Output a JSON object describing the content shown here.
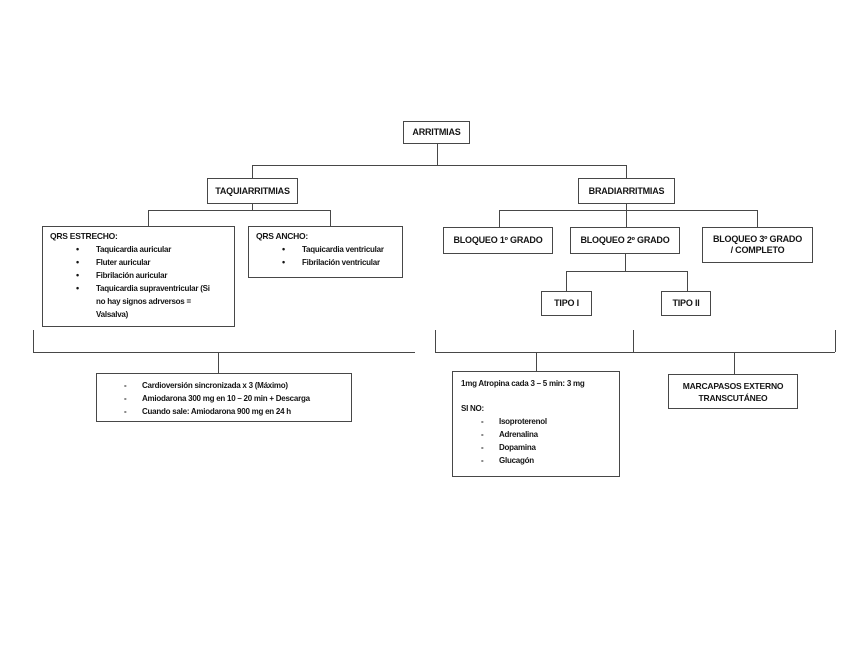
{
  "colors": {
    "line": "#474747",
    "border": "#474747",
    "text": "#151515",
    "background": "#ffffff"
  },
  "nodes": {
    "arritmias": {
      "label": "ARRITMIAS"
    },
    "taquiarritmias": {
      "label": "TAQUIARRITMIAS"
    },
    "bradiarritmias": {
      "label": "BRADIARRITMIAS"
    },
    "qrs_estrecho": {
      "title": "QRS ESTRECHO:",
      "items": [
        "Taquicardia auricular",
        "Fluter auricular",
        "Fibrilación auricular",
        "Taquicardia supraventricular (Si no hay signos adrversos = Valsalva)"
      ]
    },
    "qrs_ancho": {
      "title": "QRS ANCHO:",
      "items": [
        "Taquicardia ventricular",
        "Fibrilación ventricular"
      ]
    },
    "bloqueo_1": {
      "label": "BLOQUEO 1º GRADO"
    },
    "bloqueo_2": {
      "label": "BLOQUEO 2º GRADO"
    },
    "bloqueo_3": {
      "label_line1": "BLOQUEO 3º GRADO",
      "label_line2": "/ COMPLETO"
    },
    "tipo_1": {
      "label": "TIPO I"
    },
    "tipo_2": {
      "label": "TIPO II"
    },
    "tx_taquiarritmias": {
      "items": [
        "Cardioversión sincronizada x 3 (Máximo)",
        "Amiodarona 300 mg en 10 – 20 min + Descarga",
        "Cuando sale: Amiodarona 900 mg en 24 h"
      ]
    },
    "tx_bradiarritmias": {
      "line1": "1mg Atropina cada 3 – 5  min: 3 mg",
      "subtitle": "SI NO:",
      "items": [
        "Isoproterenol",
        "Adrenalina",
        "Dopamina",
        "Glucagón"
      ]
    },
    "tx_marcapasos": {
      "label_line1": "MARCAPASOS EXTERNO",
      "label_line2": "TRANSCUTÁNEO"
    }
  }
}
